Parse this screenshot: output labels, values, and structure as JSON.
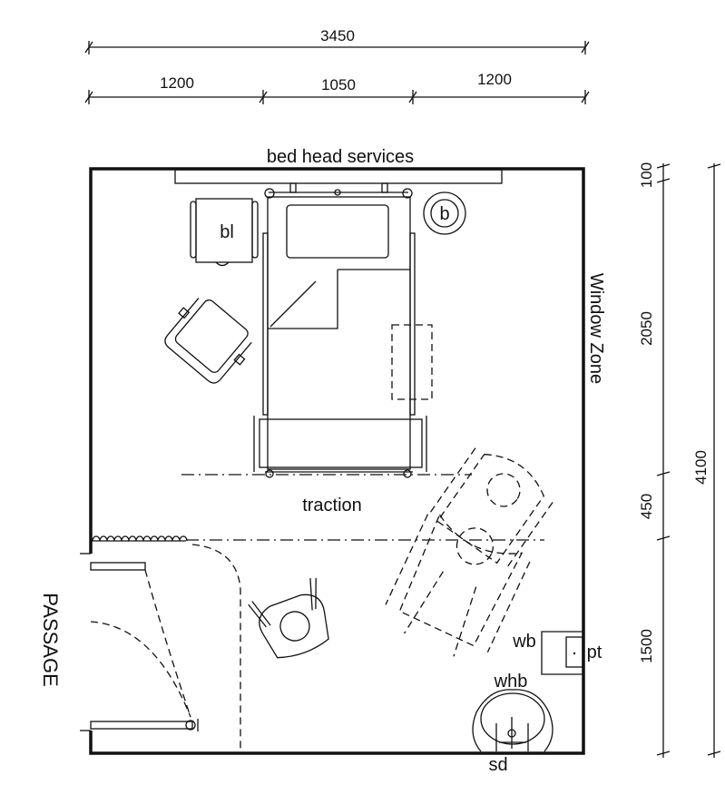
{
  "dimensions": {
    "top_overall": "3450",
    "top_segments": [
      "1200",
      "1050",
      "1200"
    ],
    "right_segments": [
      "100",
      "2050",
      "450",
      "1500"
    ],
    "right_overall": "4100"
  },
  "labels": {
    "bed_head_services": "bed head services",
    "bedside_locker": "bl",
    "bin": "b",
    "window_zone": "Window Zone",
    "traction": "traction",
    "passage": "PASSAGE",
    "waste_bin": "wb",
    "paper_towel": "pt",
    "hand_basin": "whb",
    "soap_dispenser": "sd"
  }
}
